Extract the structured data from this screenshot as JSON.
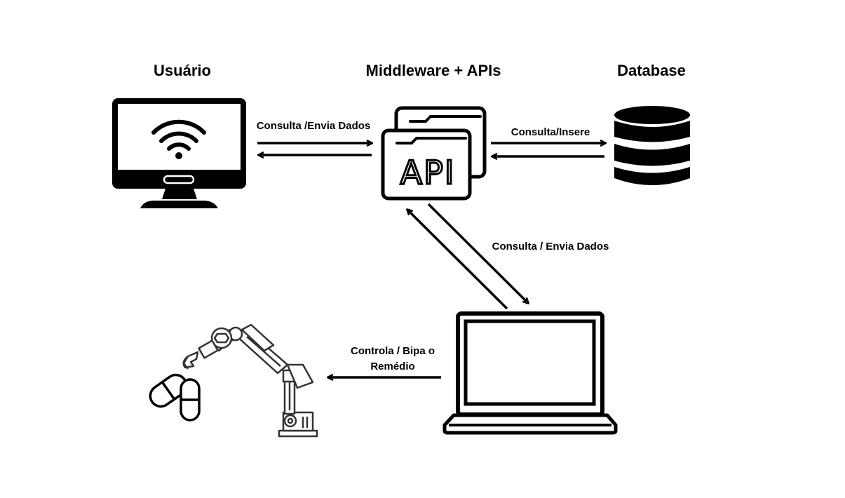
{
  "titles": {
    "user": "Usuário",
    "middleware": "Middleware + APIs",
    "database": "Database"
  },
  "api_icon_text": "API",
  "edges": {
    "user_api": "Consulta /Envia Dados",
    "api_db": "Consulta/Insere",
    "api_laptop": "Consulta / Envia Dados",
    "laptop_robot_line1": "Controla / Bipa o",
    "laptop_robot_line2": "Remédio"
  },
  "nodes": {
    "user": "monitor-wifi-icon",
    "middleware": "api-window-icon",
    "database": "database-icon",
    "laptop": "laptop-icon",
    "robot": "robot-arm-icon",
    "pills": "pills-icon"
  }
}
